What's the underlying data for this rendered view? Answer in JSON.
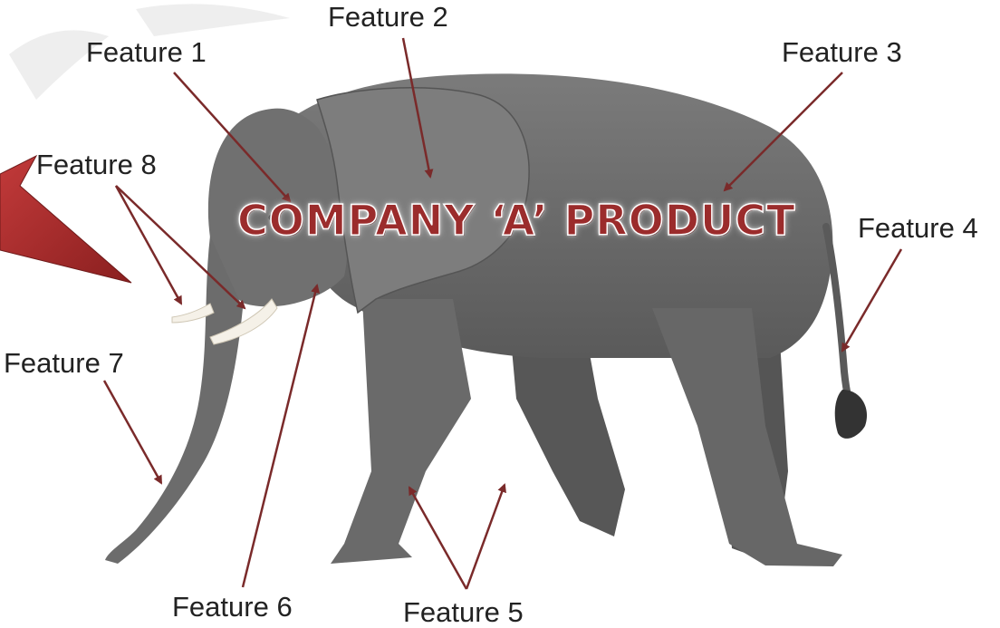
{
  "title": "COMPANY ‘A’ PRODUCT",
  "labels": {
    "feature1": "Feature 1",
    "feature2": "Feature 2",
    "feature3": "Feature 3",
    "feature4": "Feature 4",
    "feature5": "Feature 5",
    "feature6": "Feature 6",
    "feature7": "Feature 7",
    "feature8": "Feature 8"
  },
  "colors": {
    "arrow": "#7a2a2a",
    "title": "#9b2c2c",
    "callout": "#b02a2a",
    "elephant": "#6e6e6e"
  }
}
